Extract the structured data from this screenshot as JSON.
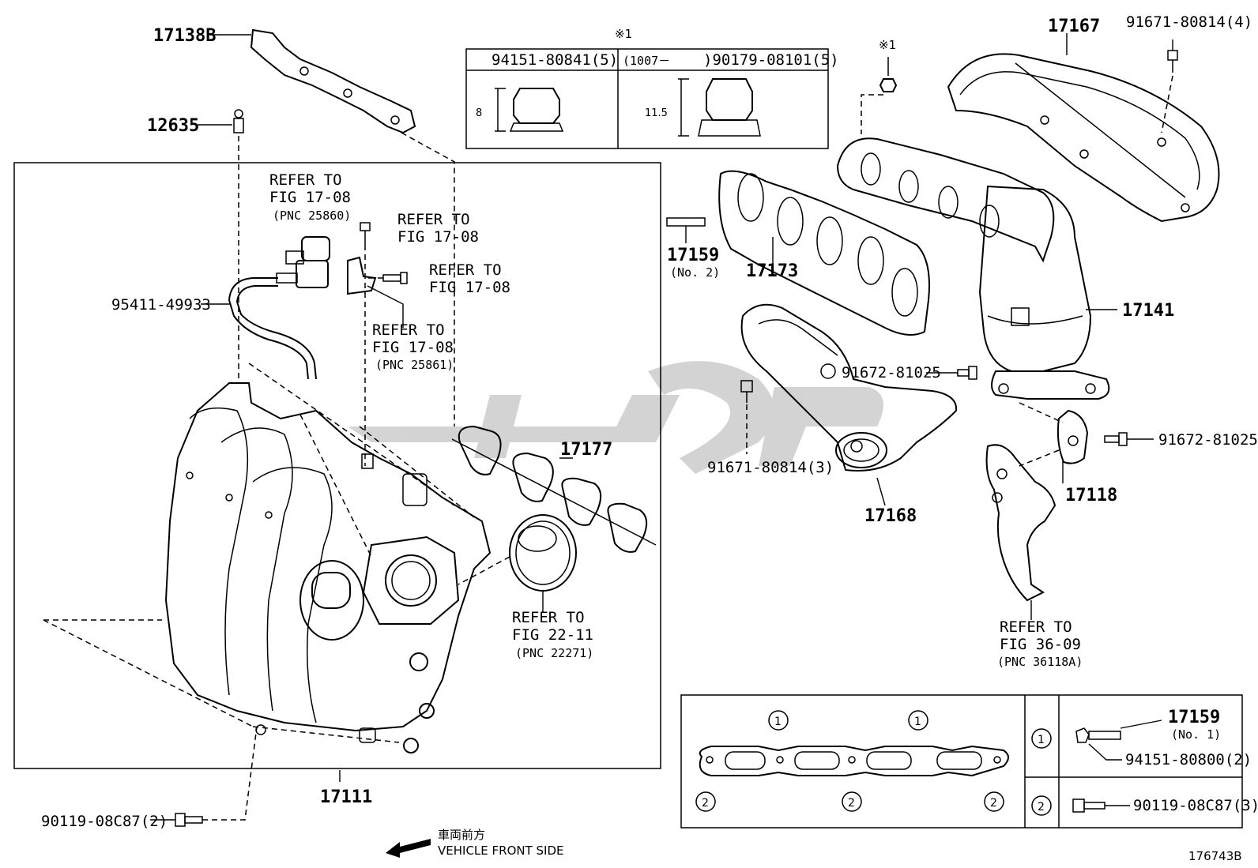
{
  "diagram": {
    "catalog_number": "176743B",
    "watermark": "ﺳﺒﻮﻙ",
    "front": {
      "jp": "車両前方",
      "en": "VEHICLE FRONT SIDE"
    }
  },
  "callouts": {
    "p17138B": "17138B",
    "p12635": "12635",
    "p95411": "95411-49933",
    "p17111": "17111",
    "p90119_left": "90119-08C87(2)",
    "p17177": "17177",
    "p17159": "17159",
    "p17159_no": "(No. 2)",
    "p17173": "17173",
    "p17167": "17167",
    "p91671_top": "91671-80814(4)",
    "p17141": "17141",
    "p91672_a": "91672-81025",
    "p91671_b": "91671-80814(3)",
    "p17168": "17168",
    "p91672_b": "91672-81025",
    "p17118": "17118",
    "note_mark": "※1"
  },
  "refers": {
    "r1": {
      "l1": "REFER TO",
      "l2": "FIG 17-08",
      "l3": "(PNC 25860)"
    },
    "r2": {
      "l1": "REFER TO",
      "l2": "FIG 17-08"
    },
    "r3": {
      "l1": "REFER TO",
      "l2": "FIG 17-08"
    },
    "r4": {
      "l1": "REFER TO",
      "l2": "FIG 17-08",
      "l3": "(PNC 25861)"
    },
    "r5": {
      "l1": "REFER TO",
      "l2": "FIG 22-11",
      "l3": "(PNC 22271)"
    },
    "r6": {
      "l1": "REFER TO",
      "l2": "FIG 36-09",
      "l3": "(PNC 36118A)"
    }
  },
  "nut_table": {
    "mark": "※1",
    "col1": {
      "part": "94151-80841(5)",
      "height": "8"
    },
    "col2": {
      "range": "(1007－",
      "part": ")90179-08101(5)",
      "height": "11.5"
    }
  },
  "gasket_table": {
    "circle1": "1",
    "circle2": "2",
    "row1": {
      "part_a": "17159",
      "part_a_no": "(No. 1)",
      "part_b": "94151-80800(2)"
    },
    "row2": {
      "part": "90119-08C87(3)"
    }
  }
}
